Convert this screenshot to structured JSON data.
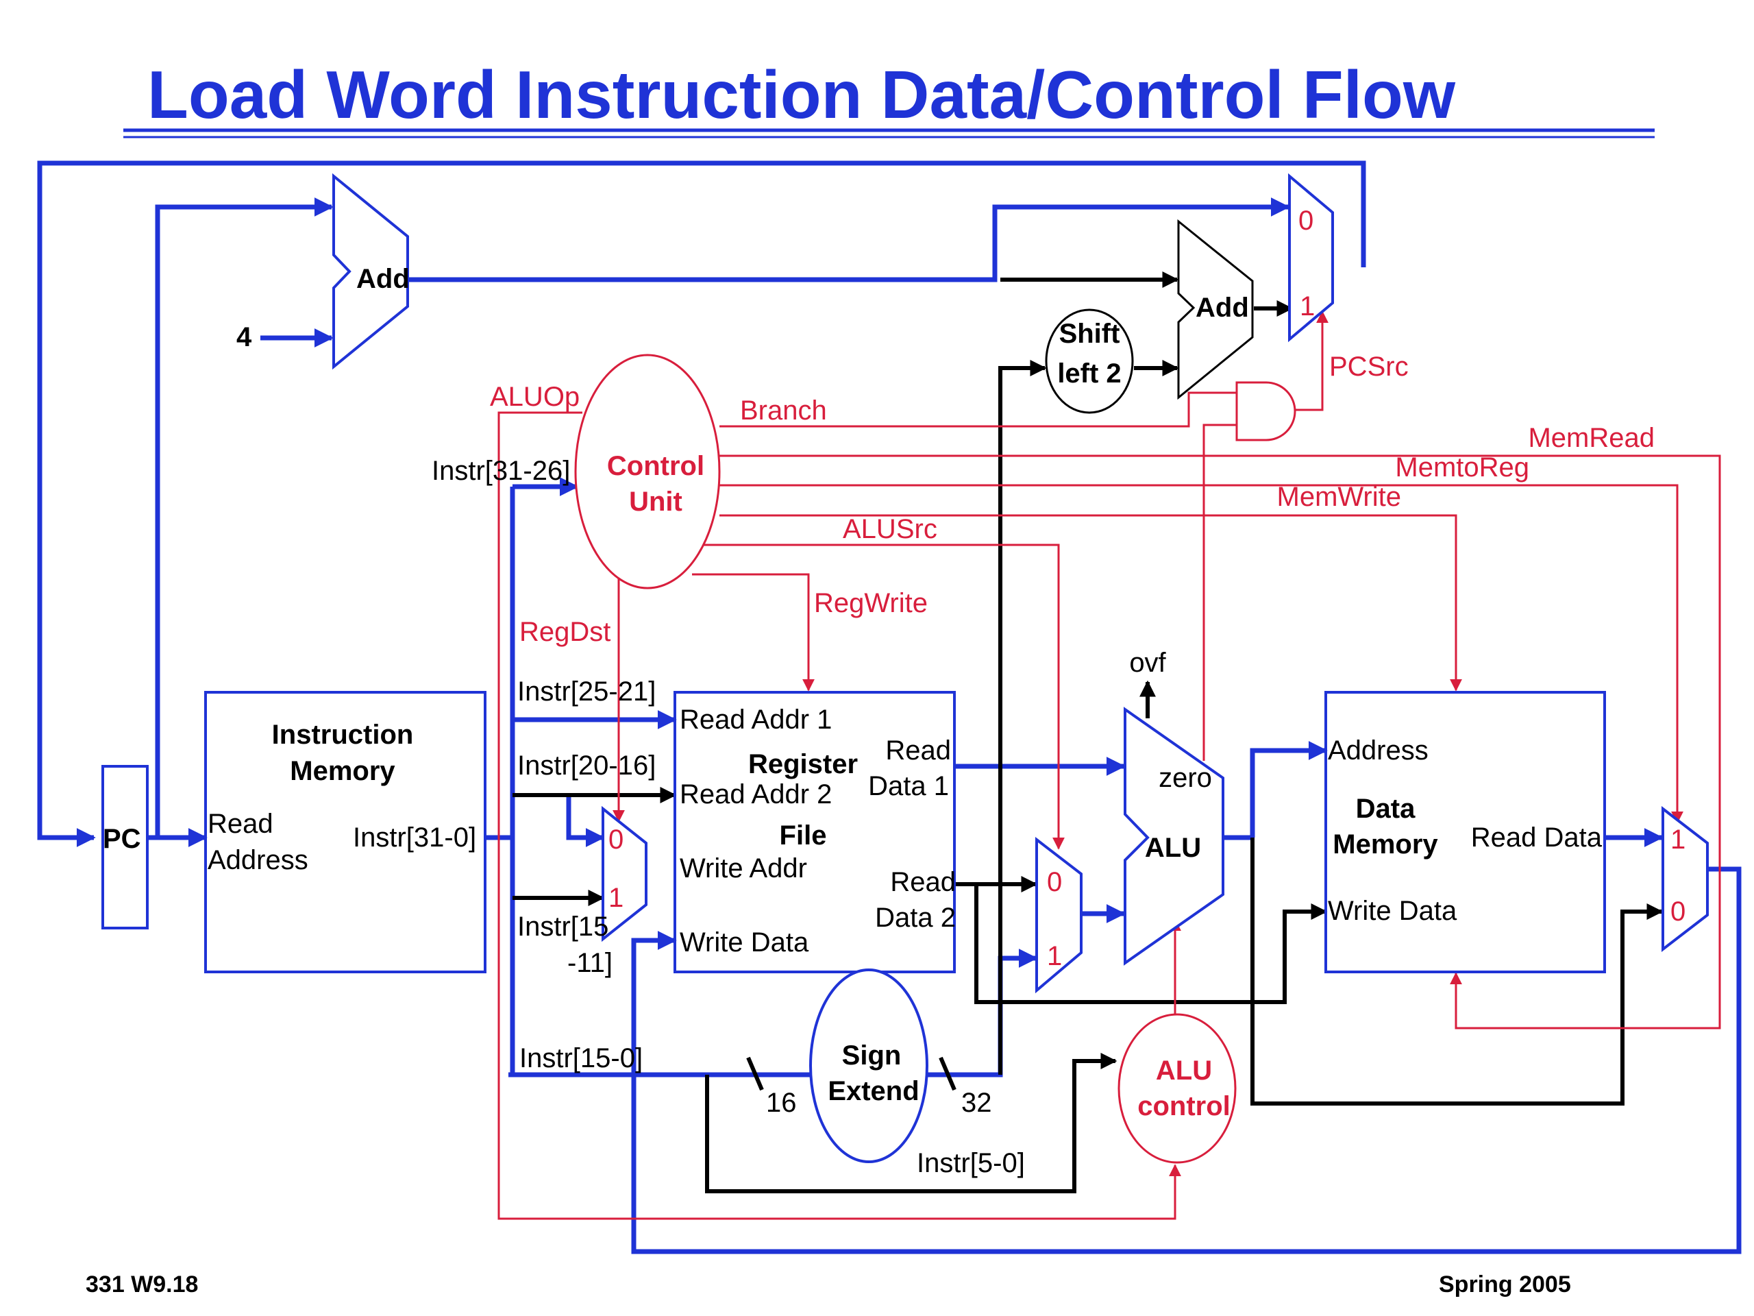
{
  "title": "Load Word Instruction Data/Control Flow",
  "footer": {
    "left": "331  W9.18",
    "right": "Spring 2005"
  },
  "components": {
    "pc": "PC",
    "add_pc": "Add",
    "four": "4",
    "add_branch": "Add",
    "shift_left_1": "Shift",
    "shift_left_2": "left 2",
    "control_unit_1": "Control",
    "control_unit_2": "Unit",
    "imem_1": "Instruction",
    "imem_2": "Memory",
    "imem_read_1": "Read",
    "imem_read_2": "Address",
    "imem_out": "Instr[31-0]",
    "regfile_1": "Register",
    "regfile_2": "File",
    "rf_read_addr1": "Read Addr 1",
    "rf_read_addr2": "Read Addr 2",
    "rf_write_addr": "Write Addr",
    "rf_write_data": "Write Data",
    "rf_read_data1_a": "Read",
    "rf_read_data1_b": "Data 1",
    "rf_read_data2_a": "Read",
    "rf_read_data2_b": "Data 2",
    "alu": "ALU",
    "alu_zero": "zero",
    "ovf": "ovf",
    "dmem_1": "Data",
    "dmem_2": "Memory",
    "dmem_address": "Address",
    "dmem_read_data": "Read Data",
    "dmem_write_data": "Write Data",
    "sign_ext_1": "Sign",
    "sign_ext_2": "Extend",
    "alu_control_1": "ALU",
    "alu_control_2": "control",
    "mux_0": "0",
    "mux_1": "1"
  },
  "signals": {
    "instr_31_26": "Instr[31-26]",
    "instr_25_21": "Instr[25-21]",
    "instr_20_16": "Instr[20-16]",
    "instr_15_11_a": "Instr[15",
    "instr_15_11_b": "-11]",
    "instr_15_0": "Instr[15-0]",
    "instr_5_0": "Instr[5-0]",
    "bits_16": "16",
    "bits_32": "32"
  },
  "control_signals": {
    "aluop": "ALUOp",
    "branch": "Branch",
    "pcsrc": "PCSrc",
    "memread": "MemRead",
    "memtoreg": "MemtoReg",
    "memwrite": "MemWrite",
    "alusrc": "ALUSrc",
    "regwrite": "RegWrite",
    "regdst": "RegDst"
  },
  "colors": {
    "datapath": "#1f33d6",
    "control": "#d81e3c",
    "inactive": "#000000"
  }
}
